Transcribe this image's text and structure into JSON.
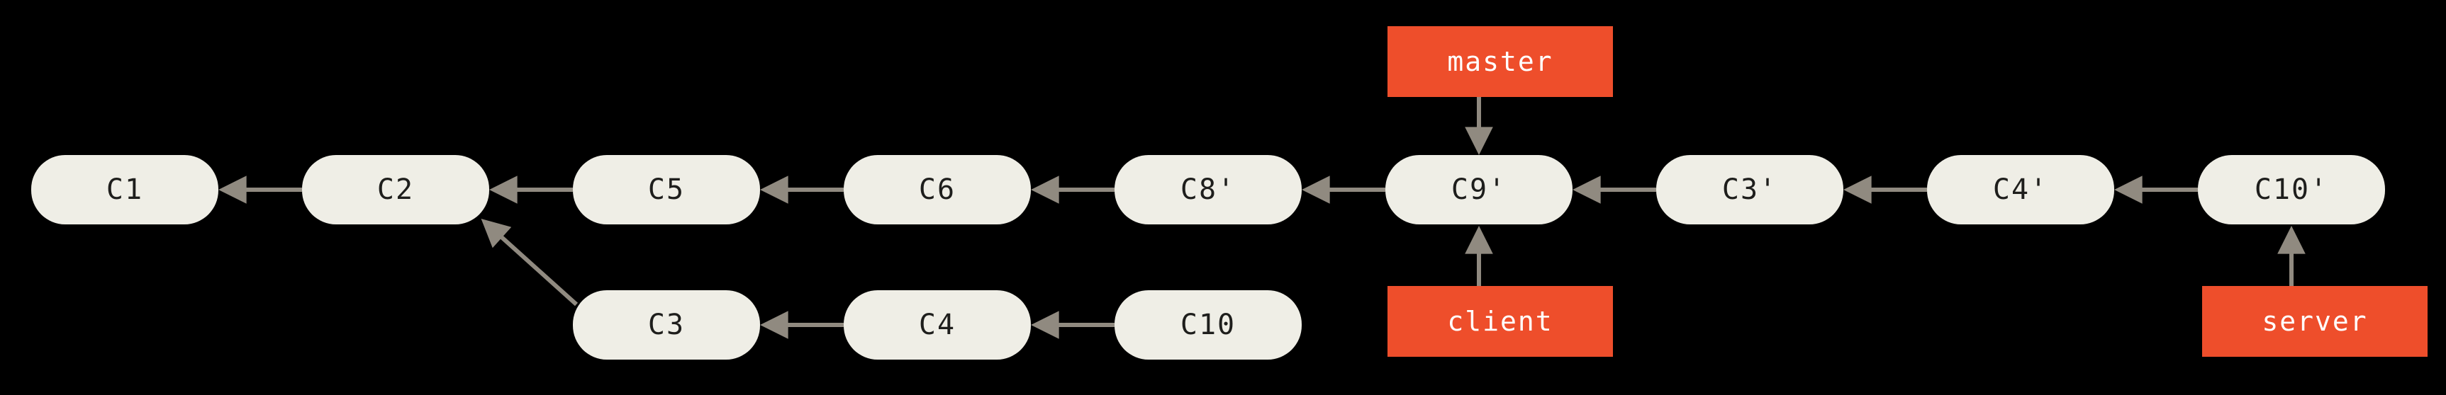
{
  "diagram": {
    "type": "git-commit-graph",
    "colors": {
      "background": "#000000",
      "node_fill": "#EFEEE6",
      "node_text": "#1E1E1C",
      "arrow": "#908A80",
      "branch_fill": "#EE4E2B",
      "branch_text": "#FFFFFF"
    },
    "commits": [
      {
        "id": "C1",
        "label": "C1",
        "row": "main"
      },
      {
        "id": "C2",
        "label": "C2",
        "row": "main"
      },
      {
        "id": "C5",
        "label": "C5",
        "row": "main"
      },
      {
        "id": "C6",
        "label": "C6",
        "row": "main"
      },
      {
        "id": "C8p",
        "label": "C8'",
        "row": "main"
      },
      {
        "id": "C9p",
        "label": "C9'",
        "row": "main"
      },
      {
        "id": "C3p",
        "label": "C3'",
        "row": "main"
      },
      {
        "id": "C4p",
        "label": "C4'",
        "row": "main"
      },
      {
        "id": "C10p",
        "label": "C10'",
        "row": "main"
      },
      {
        "id": "C3",
        "label": "C3",
        "row": "lower"
      },
      {
        "id": "C4",
        "label": "C4",
        "row": "lower"
      },
      {
        "id": "C10",
        "label": "C10",
        "row": "lower"
      }
    ],
    "edges": [
      {
        "from": "C2",
        "to": "C1"
      },
      {
        "from": "C5",
        "to": "C2"
      },
      {
        "from": "C6",
        "to": "C5"
      },
      {
        "from": "C8'",
        "to": "C6"
      },
      {
        "from": "C9'",
        "to": "C8'"
      },
      {
        "from": "C3'",
        "to": "C9'"
      },
      {
        "from": "C4'",
        "to": "C3'"
      },
      {
        "from": "C10'",
        "to": "C4'"
      },
      {
        "from": "C3",
        "to": "C2"
      },
      {
        "from": "C4",
        "to": "C3"
      },
      {
        "from": "C10",
        "to": "C4"
      }
    ],
    "branches": [
      {
        "name": "master",
        "points_to": "C9'",
        "position": "above"
      },
      {
        "name": "client",
        "points_to": "C9'",
        "position": "below"
      },
      {
        "name": "server",
        "points_to": "C10'",
        "position": "below"
      }
    ]
  }
}
